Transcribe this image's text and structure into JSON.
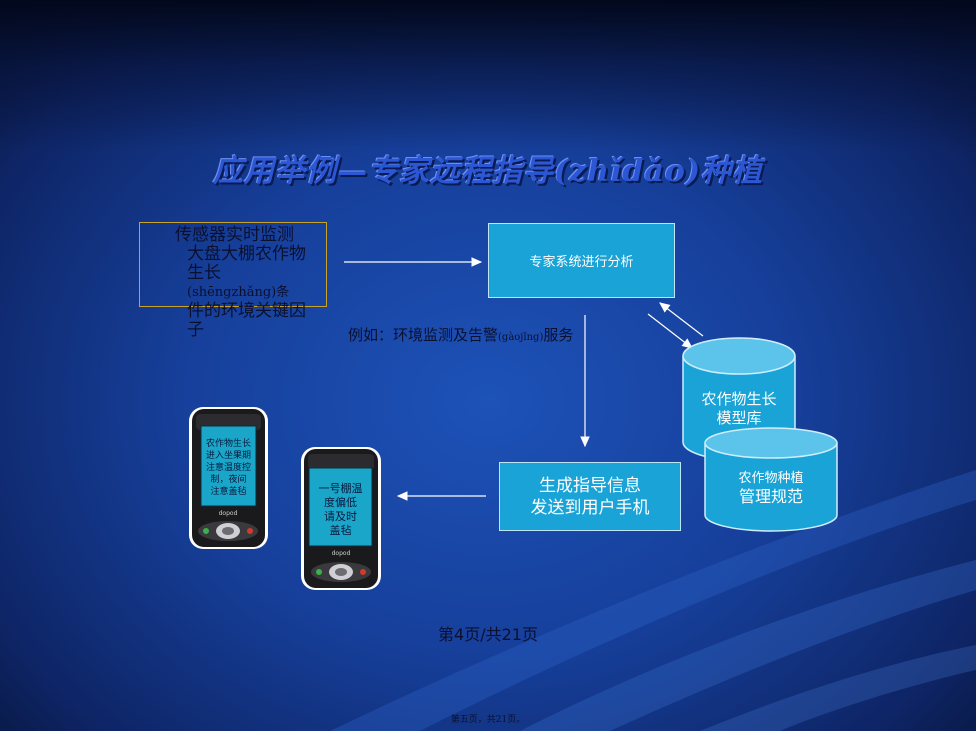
{
  "title": "应用举例—专家远程指导(zhǐdǎo)种植",
  "sensor": {
    "line1": "传感器实时监测",
    "line2": "大盘大棚农作物",
    "line3": "生长",
    "line4": "(shēngzhǎng)条",
    "line5": "件的环境关键因",
    "line6": "子"
  },
  "expert_box": "专家系统进行分析",
  "example": {
    "prefix": "例如：环境监测及告警",
    "pinyin": "(gàojǐng)",
    "suffix": "服务"
  },
  "cylinder_growth": {
    "line1": "农作物生长",
    "line2": "模型库"
  },
  "cylinder_planting": {
    "line1": "农作物种植",
    "line2": "管理规范"
  },
  "generate_box": {
    "line1": "生成指导信息",
    "line2": "发送到用户手机"
  },
  "phone1_screen": {
    "line1": "农作物生长",
    "line2": "进入坐果期",
    "line3": "注意温度控",
    "line4": "制，夜间",
    "line5": "注意盖毡"
  },
  "phone2_screen": {
    "line1": "一号棚温",
    "line2": "度偏低",
    "line3": "请及时",
    "line4": "盖毡"
  },
  "phone_brand": "dopod",
  "page_number": "第4页/共21页",
  "footer": "第五页，共21页。",
  "colors": {
    "box_fill": "#1aa3d6",
    "cylinder_fill": "#1aa3d6",
    "title": "#2b57d4",
    "sensor_border": "#c9a227"
  }
}
